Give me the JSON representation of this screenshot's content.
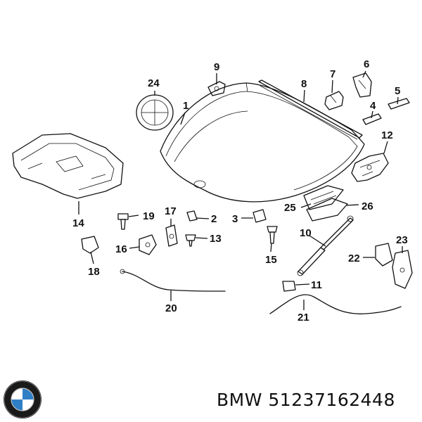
{
  "diagram": {
    "callouts": [
      {
        "id": "1",
        "label": "1"
      },
      {
        "id": "2",
        "label": "2"
      },
      {
        "id": "3",
        "label": "3"
      },
      {
        "id": "4",
        "label": "4"
      },
      {
        "id": "5",
        "label": "5"
      },
      {
        "id": "6",
        "label": "6"
      },
      {
        "id": "7",
        "label": "7"
      },
      {
        "id": "8",
        "label": "8"
      },
      {
        "id": "9",
        "label": "9"
      },
      {
        "id": "10",
        "label": "10"
      },
      {
        "id": "11",
        "label": "11"
      },
      {
        "id": "12",
        "label": "12"
      },
      {
        "id": "13",
        "label": "13"
      },
      {
        "id": "14",
        "label": "14"
      },
      {
        "id": "15",
        "label": "15"
      },
      {
        "id": "16",
        "label": "16"
      },
      {
        "id": "17",
        "label": "17"
      },
      {
        "id": "18",
        "label": "18"
      },
      {
        "id": "19",
        "label": "19"
      },
      {
        "id": "20",
        "label": "20"
      },
      {
        "id": "21",
        "label": "21"
      },
      {
        "id": "22",
        "label": "22"
      },
      {
        "id": "23",
        "label": "23"
      },
      {
        "id": "24",
        "label": "24"
      },
      {
        "id": "25",
        "label": "25"
      },
      {
        "id": "26",
        "label": "26"
      }
    ]
  },
  "footer": {
    "logo_icon": "bmw-roundel-icon",
    "part_label": "BMW 51237162448"
  },
  "colors": {
    "line": "#111111",
    "background": "#ffffff",
    "logo_blue": "#2f7fc6"
  }
}
